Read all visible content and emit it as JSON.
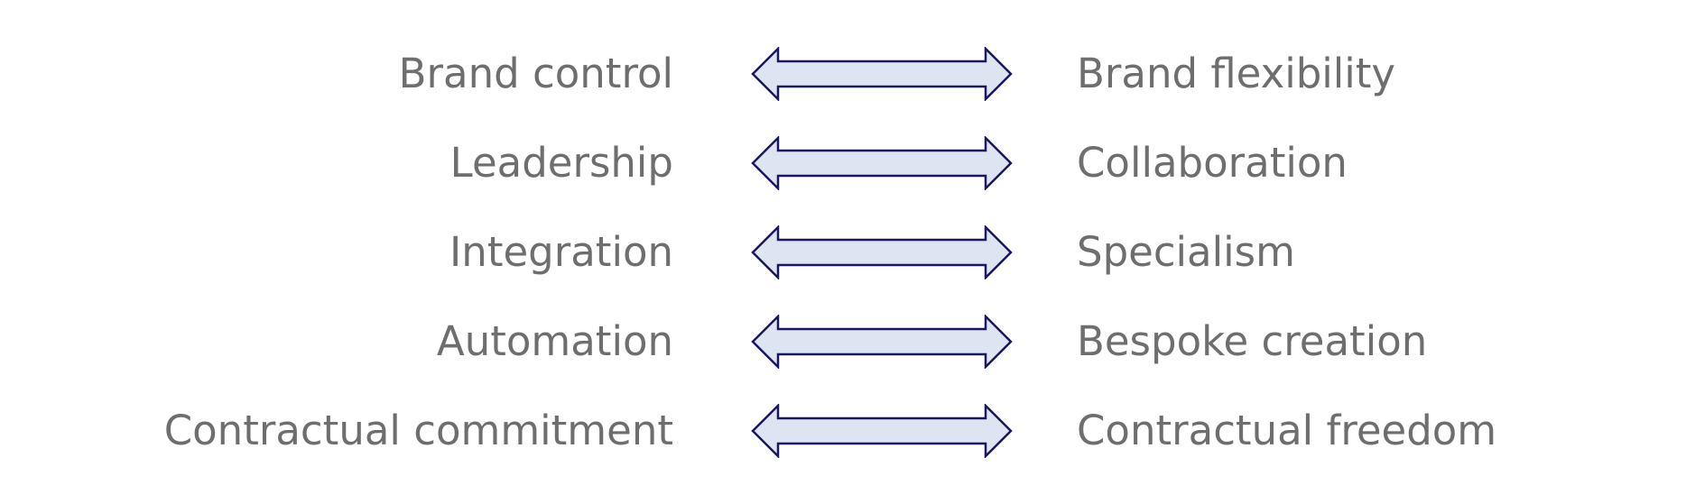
{
  "pairs": [
    {
      "left": "Brand control",
      "right": "Brand flexibility"
    },
    {
      "left": "Leadership",
      "right": "Collaboration"
    },
    {
      "left": "Integration",
      "right": "Specialism"
    },
    {
      "left": "Automation",
      "right": "Bespoke creation"
    },
    {
      "left": "Contractual commitment",
      "right": "Contractual freedom"
    }
  ],
  "colors": {
    "text": "#6e6e6e",
    "arrow_fill": "#dde4f2",
    "arrow_stroke": "#1a1760"
  }
}
